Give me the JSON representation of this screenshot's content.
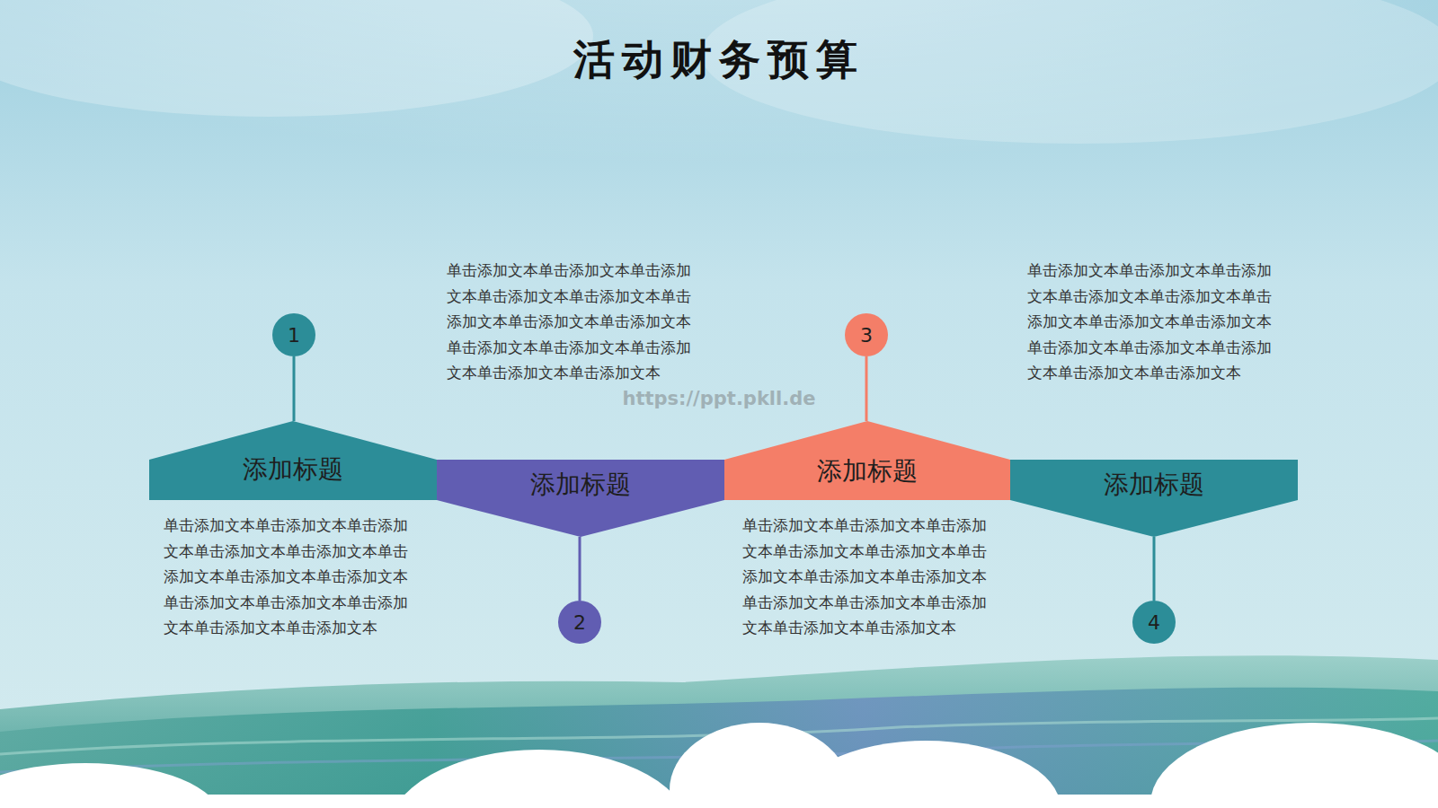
{
  "diagram": {
    "title": "活动财务预算",
    "nodes": [
      {
        "text": [
          "添加标题"
        ]
      },
      {
        "text": [
          "添加标题"
        ]
      },
      {
        "text": [
          "添加标题"
        ]
      },
      {
        "text": [
          "添加标题"
        ]
      },
      {
        "text": [
          "1"
        ]
      },
      {
        "text": [
          "2"
        ]
      },
      {
        "text": [
          "3"
        ]
      },
      {
        "text": [
          "4"
        ]
      }
    ],
    "edges": [
      {
        "from": 4,
        "to": 0,
        "arrow": "none"
      },
      {
        "from": 5,
        "to": 1,
        "arrow": "none"
      },
      {
        "from": 6,
        "to": 2,
        "arrow": "none"
      },
      {
        "from": 7,
        "to": 3,
        "arrow": "none"
      }
    ],
    "labels": [
      "单击添加文本单击添加文本单击添加 文本单击添加文本单击添加文本单击 添加文本单击添加文本单击添加文本 单击添加文本单击添加文本单击添加 文本单击添加文本单击添加文本",
      "单击添加文本单击添加文本单击添加 文本单击添加文本单击添加文本单击 添加文本单击添加文本单击添加文本 单击添加文本单击添加文本单击添加 文本单击添加文本单击添加文本",
      "单击添加文本单击添加文本单击添加 文本单击添加文本单击添加文本单击 添加文本单击添加文本单击添加文本 单击添加文本单击添加文本单击添加 文本单击添加文本单击添加文本",
      "单击添加文本单击添加文本单击添加 文本单击添加文本单击添加文本单击 添加文本单击添加文本单击添加文本 单击添加文本单击添加文本单击添加 文本单击添加文本单击添加文本",
      "https://ppt.pkll.de"
    ]
  }
}
